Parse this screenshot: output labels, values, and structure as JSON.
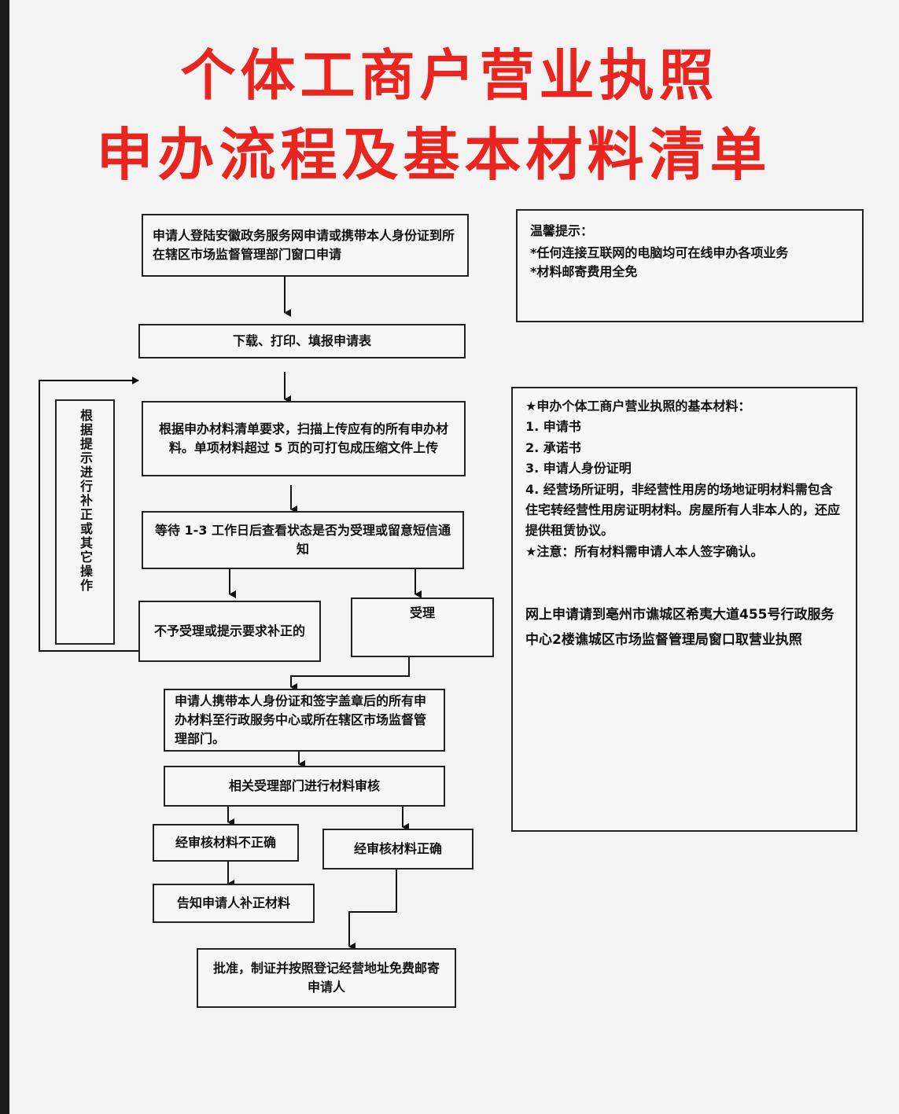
{
  "title": {
    "line1": "个体工商户营业执照",
    "line2": "申办流程及基本材料清单"
  },
  "flow": {
    "step1": "申请人登陆安徽政务服务网申请或携带本人身份证到所在辖区市场监督管理部门窗口申请",
    "step2": "下载、打印、填报申请表",
    "step3": "根据申办材料清单要求，扫描上传应有的所有申办材料。单项材料超过 5 页的可打包成压缩文件上传",
    "step4": "等待 1-3 工作日后查看状态是否为受理或留意短信通知",
    "reject": "不予受理或提示要求补正的",
    "accept": "受理",
    "loop_note": "根据提示进行补正或其它操作",
    "step5": "申请人携带本人身份证和签字盖章后的所有申办材料至行政服务中心或所在辖区市场监督管理部门。",
    "step6": "相关受理部门进行材料审核",
    "incorrect": "经审核材料不正确",
    "correct": "经审核材料正确",
    "notify": "告知申请人补正材料",
    "approve": "批准，制证并按照登记经营地址免费邮寄申请人"
  },
  "tips": {
    "heading": "温馨提示：",
    "items": [
      "*任何连接互联网的电脑均可在线申办各项业务",
      "*材料邮寄费用全免"
    ]
  },
  "materials": {
    "heading": "★申办个体工商户营业执照的基本材料：",
    "items": [
      "1. 申请书",
      "2. 承诺书",
      "3. 申请人身份证明",
      "4. 经营场所证明，非经营性用房的场地证明材料需包含住宅转经营性用房证明材料。房屋所有人非本人的，还应提供租赁协议。"
    ],
    "note": "★注意：所有材料需申请人本人签字确认。",
    "pickup": "网上申请请到亳州市谯城区希夷大道455号行政服务中心2楼谯城区市场监督管理局窗口取营业执照"
  }
}
